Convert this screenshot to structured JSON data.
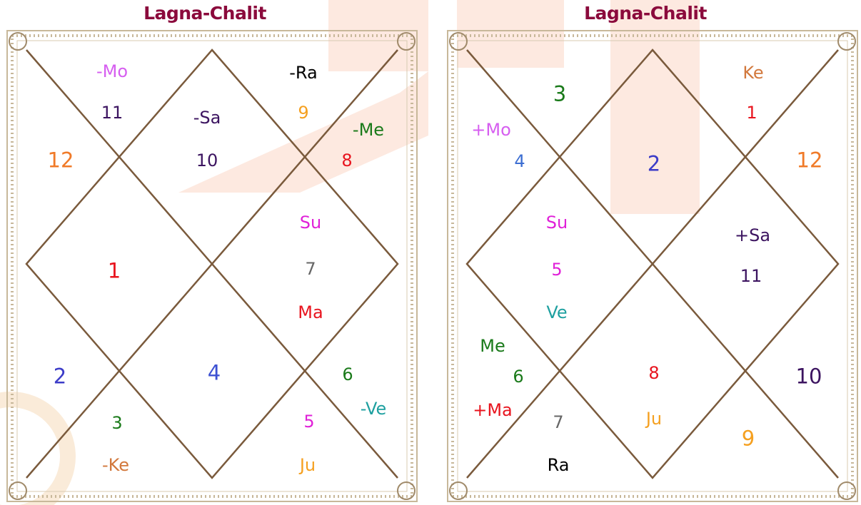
{
  "colors": {
    "title": "#8b0a3c",
    "border": "#b8a58a",
    "lines": "#7a5a3c",
    "watermark": "#fde9e0",
    "watermark_logo": "#faebd9"
  },
  "charts": [
    {
      "title": "Lagna-Chalit",
      "labels": [
        {
          "text": "-Mo",
          "color": "#d65ef0"
        },
        {
          "text": "11",
          "color": "#3c1460"
        },
        {
          "text": "12",
          "color": "#f07a28"
        },
        {
          "text": "-Sa",
          "color": "#3c1460"
        },
        {
          "text": "10",
          "color": "#3c1460"
        },
        {
          "text": "-Ra",
          "color": "#000000"
        },
        {
          "text": "9",
          "color": "#f5a020"
        },
        {
          "text": "-Me",
          "color": "#1a7a1a"
        },
        {
          "text": "8",
          "color": "#e8141e"
        },
        {
          "text": "1",
          "color": "#e8141e"
        },
        {
          "text": "Su",
          "color": "#e020d8"
        },
        {
          "text": "7",
          "color": "#666666"
        },
        {
          "text": "Ma",
          "color": "#e8141e"
        },
        {
          "text": "2",
          "color": "#3c3cc8"
        },
        {
          "text": "4",
          "color": "#3c50d2"
        },
        {
          "text": "6",
          "color": "#1a7a1a"
        },
        {
          "text": "-Ve",
          "color": "#1ea0a0"
        },
        {
          "text": "3",
          "color": "#1a7a1a"
        },
        {
          "text": "5",
          "color": "#e020d8"
        },
        {
          "text": "-Ke",
          "color": "#d2783c"
        },
        {
          "text": "Ju",
          "color": "#f5a020"
        }
      ]
    },
    {
      "title": "Lagna-Chalit",
      "labels": [
        {
          "text": "3",
          "color": "#1a7a1a"
        },
        {
          "text": "+Mo",
          "color": "#d65ef0"
        },
        {
          "text": "4",
          "color": "#3c6ed2"
        },
        {
          "text": "2",
          "color": "#3c3cc8"
        },
        {
          "text": "Ke",
          "color": "#d2783c"
        },
        {
          "text": "1",
          "color": "#e8141e"
        },
        {
          "text": "12",
          "color": "#f07a28"
        },
        {
          "text": "Su",
          "color": "#e020d8"
        },
        {
          "text": "5",
          "color": "#e020d8"
        },
        {
          "text": "Ve",
          "color": "#1ea0a0"
        },
        {
          "text": "+Sa",
          "color": "#3c1460"
        },
        {
          "text": "11",
          "color": "#3c1460"
        },
        {
          "text": "Me",
          "color": "#1a7a1a"
        },
        {
          "text": "6",
          "color": "#1a7a1a"
        },
        {
          "text": "+Ma",
          "color": "#e8141e"
        },
        {
          "text": "7",
          "color": "#666666"
        },
        {
          "text": "Ra",
          "color": "#000000"
        },
        {
          "text": "8",
          "color": "#e8141e"
        },
        {
          "text": "Ju",
          "color": "#f5a020"
        },
        {
          "text": "10",
          "color": "#3c1460"
        },
        {
          "text": "9",
          "color": "#f5a020"
        }
      ]
    }
  ]
}
